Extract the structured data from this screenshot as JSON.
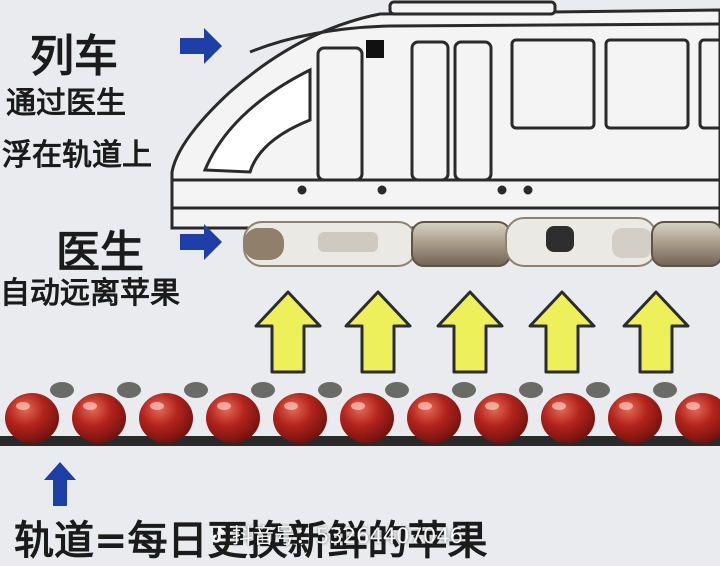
{
  "labels": {
    "train_title": "列车",
    "train_desc_1": "通过医生",
    "train_desc_2": "浮在轨道上",
    "doctor_title": "医生",
    "doctor_desc": "自动远离苹果",
    "track_caption": "轨道=每日更换新鲜的苹果"
  },
  "watermark": {
    "prefix": "抖音号：",
    "id": "53264407046"
  },
  "icons": {
    "pointer": "blue-arrow-right-icon",
    "push": "yellow-arrow-up-icon",
    "track_pointer": "blue-arrow-up-icon",
    "apple": "apple-icon",
    "logo": "tiktok-logo-icon"
  },
  "colors": {
    "background": "#e9ebee",
    "arrow_blue": "#1f3fa8",
    "arrow_yellow": "#eef05a",
    "apple_red": "#a8201c",
    "doctor_body": "#bfb3a3",
    "track": "#2a2a2a"
  }
}
